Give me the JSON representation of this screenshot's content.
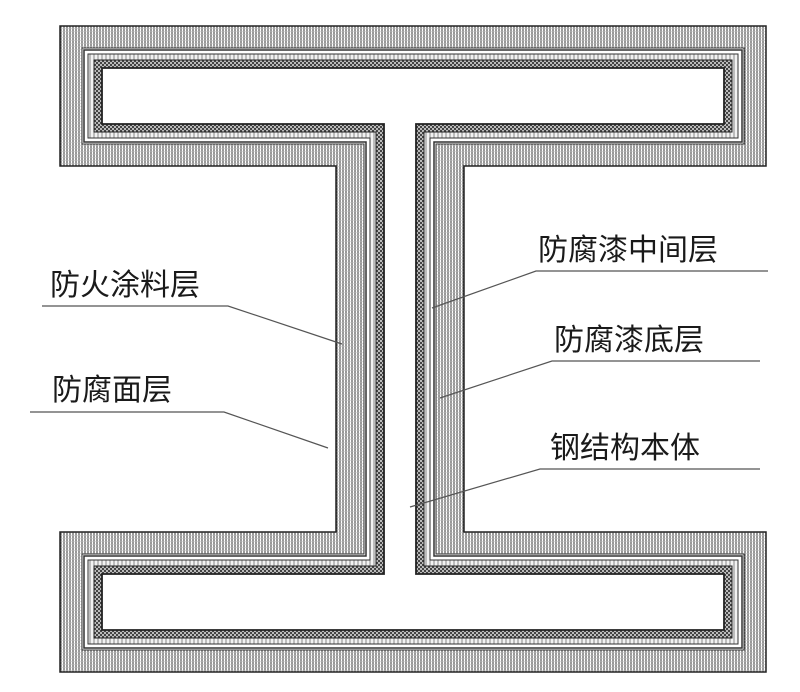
{
  "labels": {
    "fireproof_coating": "防火涂料层",
    "anticorrosion_topcoat": "防腐面层",
    "anticorrosion_intermediate": "防腐漆中间层",
    "anticorrosion_primer": "防腐漆底层",
    "steel_body": "钢结构本体"
  },
  "colors": {
    "ink": "#1a1a1a",
    "outline": "#222222",
    "leader": "#555555"
  }
}
